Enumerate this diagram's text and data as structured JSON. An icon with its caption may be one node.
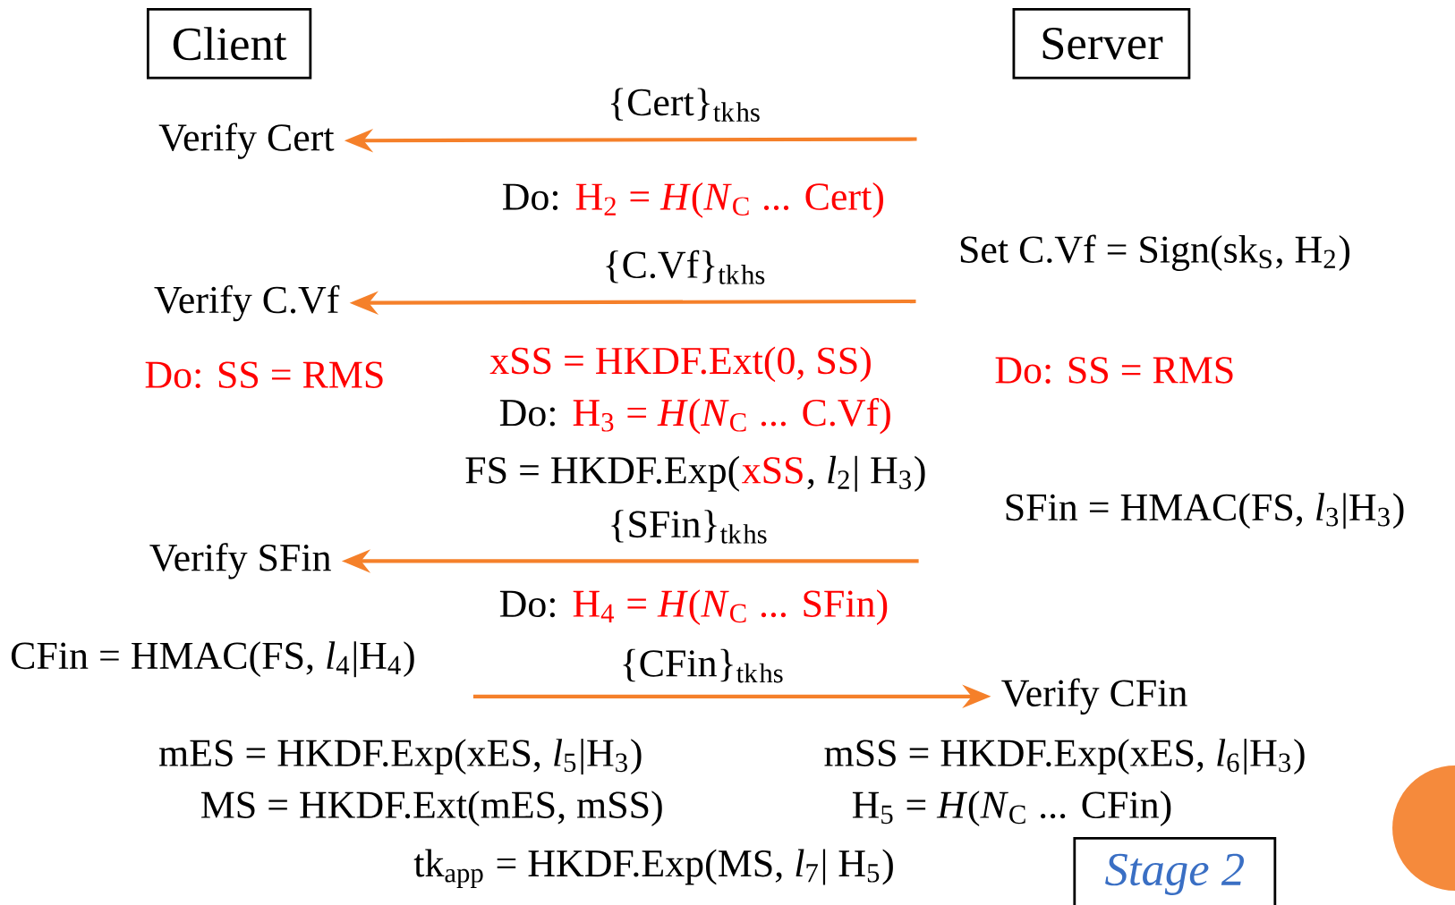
{
  "diagram": {
    "nodes": [
      {
        "text": [
          "Client"
        ]
      },
      {
        "text": [
          "Server"
        ]
      },
      {
        "text": [
          "Verify Cert"
        ]
      },
      {
        "text": [
          "Verify C.Vf"
        ]
      },
      {
        "text": [
          "Verify SFin"
        ]
      },
      {
        "text": [
          "Verify CFin"
        ]
      },
      {
        "text": [
          "Stage 2"
        ]
      }
    ],
    "edges": [
      {
        "from": null,
        "to": 2,
        "arrow": "to",
        "label": "{Cert}$_{tk}$$_{hs}$"
      },
      {
        "from": null,
        "to": 3,
        "arrow": "to",
        "label": "{C.Vf}$_{tk}$$_{hs}$"
      },
      {
        "from": null,
        "to": 4,
        "arrow": "to",
        "label": "{SFin}$_{tk}$$_{hs}$"
      },
      {
        "from": null,
        "to": 5,
        "arrow": "to",
        "label": "{CFin}$_{tk}$$_{hs}$"
      }
    ],
    "labels": [
      "Do:",
      "H$_{2}$ = *H*(*N*$_{C}$ ... Cert)",
      "Set C.Vf = Sign(sk$_{S}$, H$_{2}$)",
      "Do: SS = RMS",
      "xSS = HKDF.Ext(0, SS)",
      "Do: SS = RMS",
      "Do:",
      "H$_{3}$ = *H*(*N*$_{C}$ ... C.Vf)",
      "FS = HKDF.Exp(",
      "xSS",
      ", *l*$_{2}$| H$_{3}$)",
      "SFin = HMAC(FS, *l*$_{3}$|H$_{3}$)",
      "Do:",
      "H$_{4}$ = *H*(*N*$_{C}$ ... SFin)",
      "CFin = HMAC(FS, *l*$_{4}$|H$_{4}$)",
      "mES = HKDF.Exp(xES, *l*$_{5}$|H$_{3}$)",
      "mSS = HKDF.Exp(xES, *l*$_{6}$|H$_{3}$)",
      "MS = HKDF.Ext(mES, mSS)",
      "H$_{5}$ = *H*(*N*$_{C}$ ... CFin)",
      "tk$_{app}$ = HKDF.Exp(MS, *l*$_{7}$| H$_{5}$)"
    ]
  }
}
